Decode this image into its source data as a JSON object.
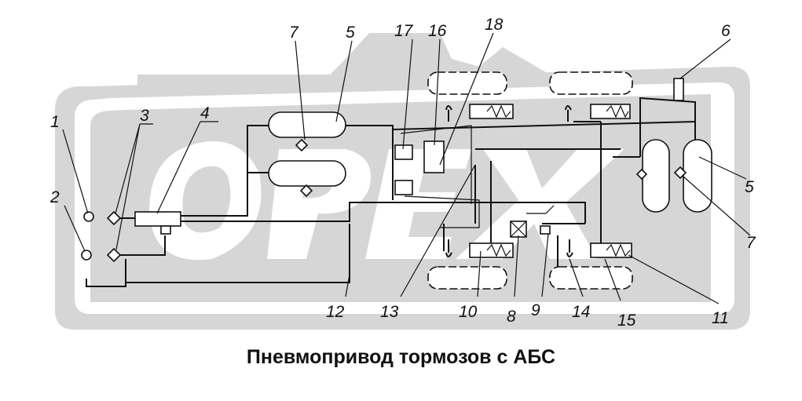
{
  "caption": "Пневмопривод тормозов с АБС",
  "watermark_text": "ОРЕХ",
  "colors": {
    "line": "#111111",
    "watermark": "#d6d6d6",
    "background": "#ffffff"
  },
  "labels": {
    "l1": "1",
    "l2": "2",
    "l3": "3",
    "l4": "4",
    "l5a": "5",
    "l5b": "5",
    "l6": "6",
    "l7a": "7",
    "l7b": "7",
    "l8": "8",
    "l9": "9",
    "l10": "10",
    "l11": "11",
    "l12": "12",
    "l13": "13",
    "l14": "14",
    "l15": "15",
    "l16": "16",
    "l17": "17",
    "l18": "18"
  }
}
